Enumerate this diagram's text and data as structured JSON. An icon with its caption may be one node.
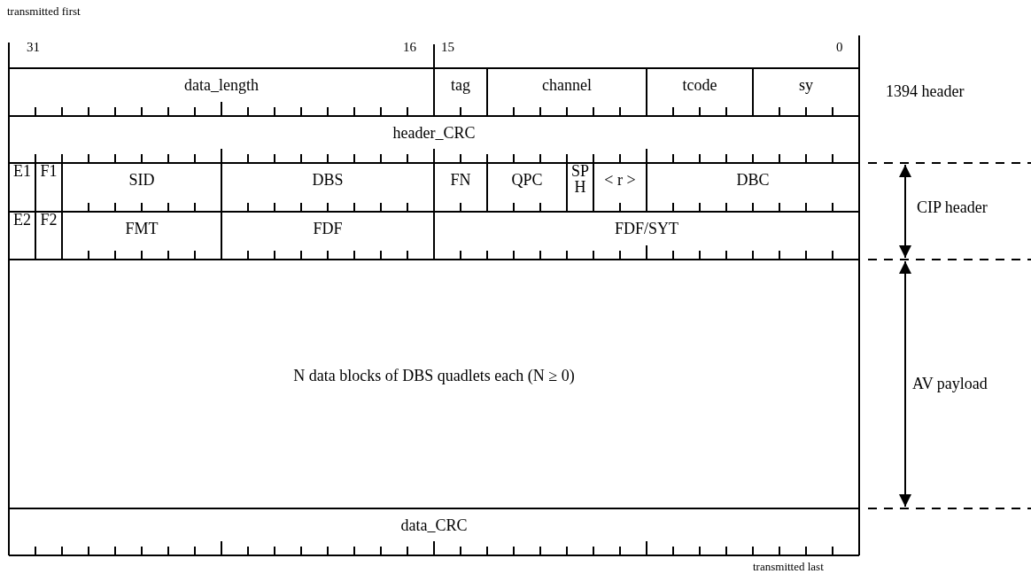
{
  "diagram": {
    "nodes": [
      {
        "text": [
          "data_length"
        ]
      },
      {
        "text": [
          "tag"
        ]
      },
      {
        "text": [
          "channel"
        ]
      },
      {
        "text": [
          "tcode"
        ]
      },
      {
        "text": [
          "sy"
        ]
      },
      {
        "text": [
          "header_CRC"
        ]
      },
      {
        "text": [
          "E1"
        ]
      },
      {
        "text": [
          "F1"
        ]
      },
      {
        "text": [
          "SID"
        ]
      },
      {
        "text": [
          "DBS"
        ]
      },
      {
        "text": [
          "FN"
        ]
      },
      {
        "text": [
          "QPC"
        ]
      },
      {
        "text": [
          "SPH"
        ]
      },
      {
        "text": [
          "< r >"
        ]
      },
      {
        "text": [
          "DBC"
        ]
      },
      {
        "text": [
          "E2"
        ]
      },
      {
        "text": [
          "F2"
        ]
      },
      {
        "text": [
          "FMT"
        ]
      },
      {
        "text": [
          "FDF"
        ]
      },
      {
        "text": [
          "FDF/SYT"
        ]
      },
      {
        "text": [
          "N data blocks of DBS quadlets each (N ≥ 0)"
        ]
      },
      {
        "text": [
          "data_CRC"
        ]
      }
    ],
    "labels": [
      "transmitted first",
      "31",
      "16",
      "15",
      "0",
      "1394 header",
      "CIP header",
      "AV payload",
      "transmitted last"
    ]
  }
}
